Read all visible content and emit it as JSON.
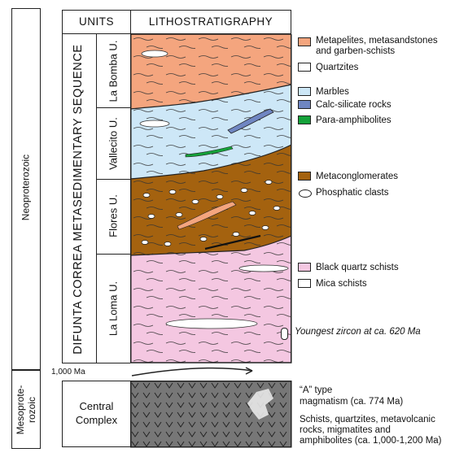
{
  "colors": {
    "metapelites": "#f4a57e",
    "marbles": "#cde7f7",
    "calc_silicate": "#6f86c2",
    "para_amphibolites": "#15a23a",
    "metaconglomerates": "#a4620f",
    "black_quartz": "#f4c7e1",
    "basement": "#777777"
  },
  "header": {
    "units": "UNITS",
    "litho": "LITHOSTRATIGRAPHY"
  },
  "eras": {
    "neo": "Neoproterozoic",
    "meso": "Mesoprote-\nrozoic"
  },
  "sequence": "DIFUNTA CORREA METASEDIMENTARY SEQUENCE",
  "units": {
    "la_bomba": "La Bomba U.",
    "vallecito": "Vallecito U.",
    "flores": "Flores U.",
    "la_loma": "La Loma U."
  },
  "age_marker": "1,000 Ma",
  "central_complex": "Central\nComplex",
  "legend": {
    "metapelites": "Metapelites, metasandstones\nand garben-schists",
    "quartzites": "Quartzites",
    "marbles": "Marbles",
    "calc_silicate": "Calc-silicate rocks",
    "para_amphibolites": "Para-amphibolites",
    "metaconglomerates": "Metaconglomerates",
    "phosphatic": "Phosphatic clasts",
    "black_quartz": "Black quartz schists",
    "mica": "Mica schists",
    "zircon": "Youngest zircon at ca. 620 Ma",
    "a_type_1": "“A” type",
    "a_type_2": "magmatism (ca. 774 Ma)",
    "schists": "Schists, quartzites, metavolcanic\nrocks, migmatites and\namphibolites (ca. 1,000-1,200 Ma)"
  }
}
